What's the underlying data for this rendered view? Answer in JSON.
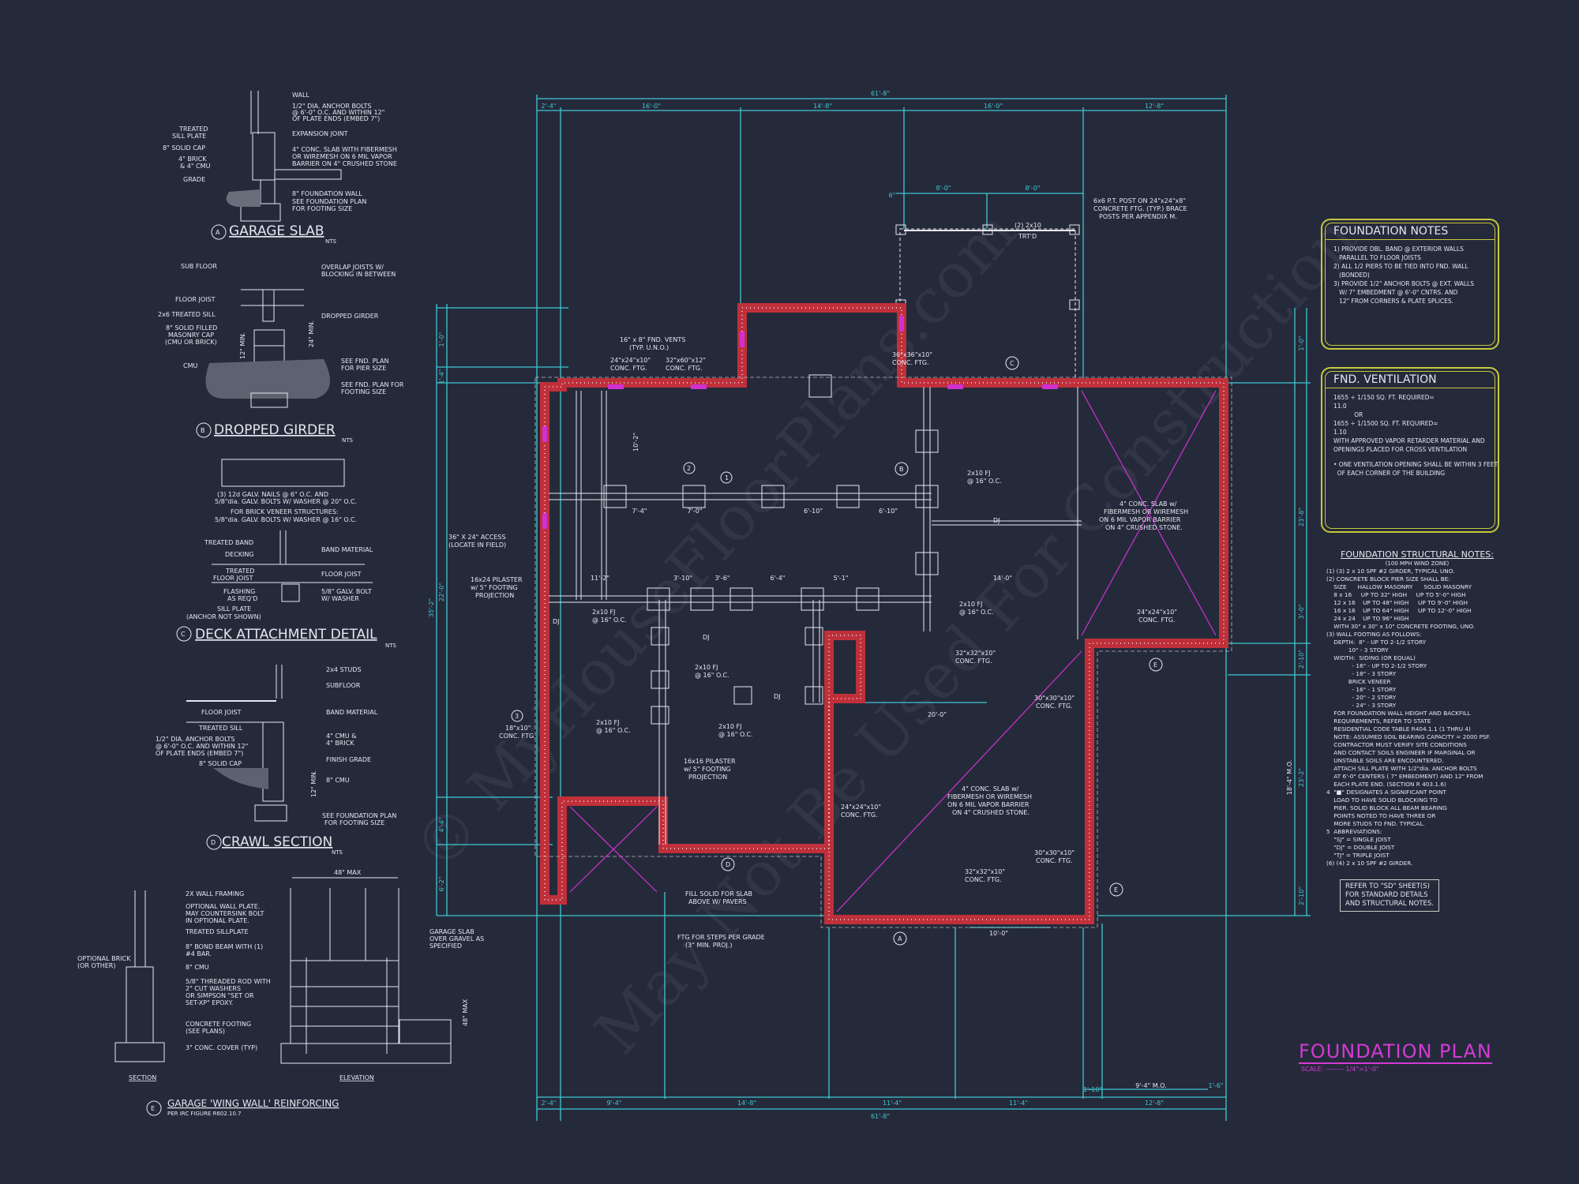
{
  "colors": {
    "background": "#252a3b",
    "dimension": "#3fc8d0",
    "wall": "#c0303a",
    "vent": "#d030d0",
    "notes_border": "#c8c83c",
    "title": "#d43ad4"
  },
  "watermark": {
    "line1": "© MyHouseFloorPlans.com",
    "line2": "May Not Be Used For Construction"
  },
  "plan": {
    "title": "FOUNDATION PLAN",
    "scale": "SCALE: -------- 1/4\"=1'-0\"",
    "top_dims": {
      "overall": "61'-8\"",
      "d1": "2'-4\"",
      "d2": "16'-0\"",
      "d3": "14'-8\"",
      "d4": "16'-0\"",
      "d5": "12'-8\"",
      "porch1": "8'-0\"",
      "porch2": "8'-0\"",
      "porch_side": "6\""
    },
    "bottom_dims": {
      "overall": "61'-8\"",
      "d1": "2'-4\"",
      "d2": "9'-4\"",
      "d3": "14'-8\"",
      "d4": "11'-4\"",
      "d5": "11'-4\"",
      "d6": "12'-8\"",
      "g1": "1'-10\"",
      "g2": "9'-4\" M.O.",
      "g3": "1'-6\""
    },
    "left_dims": {
      "overall": "35'-2\"",
      "d1": "1'-0\"",
      "d2": "1'-4\"",
      "d3": "22'-0\"",
      "d4": "4'-4\"",
      "d5": "6'-2\""
    },
    "right_dims": {
      "d1": "1'-0\"",
      "d2": "23'-8\"",
      "d3": "3'-0\"",
      "d4": "2'-10\"",
      "d5": "18'-4\" M.O.",
      "d6": "23'-2\"",
      "d7": "2'-10\""
    },
    "annotations": {
      "post": [
        "6x6 P.T. POST ON 24\"x24\"x8\"",
        "CONCRETE FTG. (TYP.) BRACE",
        "POSTS PER APPENDIX M."
      ],
      "girder_top": [
        "(2) 2x10",
        "TRT'D"
      ],
      "vents": [
        "16\" x 8\" FND. VENTS",
        "(TYP. U.N.O.)"
      ],
      "ftg1": [
        "24\"x24\"x10\"",
        "CONC. FTG."
      ],
      "ftg2": [
        "32\"x60\"x12\"",
        "CONC. FTG."
      ],
      "ftg3": [
        "36\"x36\"x10\"",
        "CONC. FTG."
      ],
      "access": [
        "36\" X 24\" ACCESS",
        "(LOCATE IN FIELD)"
      ],
      "pilaster1": [
        "16x24 PILASTER",
        "w/ 5\" FOOTING",
        "PROJECTION"
      ],
      "pilaster2": [
        "16x16 PILASTER",
        "w/ 5\" FOOTING",
        "PROJECTION"
      ],
      "ftg4": [
        "18\"x10\"",
        "CONC. FTG."
      ],
      "ftg5": [
        "24\"x24\"x10\"",
        "CONC. FTG."
      ],
      "ftg6": [
        "32\"x32\"x10\"",
        "CONC. FTG."
      ],
      "ftg7": [
        "30\"x30\"x10\"",
        "CONC. FTG."
      ],
      "ftg8": [
        "24\"x24\"x10\"",
        "CONC. FTG."
      ],
      "ftg9": [
        "30\"x30\"x10\"",
        "CONC. FTG."
      ],
      "ftg10": [
        "32\"x32\"x10\"",
        "CONC. FTG."
      ],
      "slab1": [
        "4\" CONC. SLAB w/",
        "FIBERMESH OR WIREMESH",
        "ON 6 MIL VAPOR BARRIER",
        "ON 4\" CRUSHED STONE."
      ],
      "slab2": [
        "4\" CONC. SLAB w/",
        "FIBERMESH OR WIREMESH",
        "ON 6 MIL VAPOR BARRIER",
        "ON 4\" CRUSHED STONE."
      ],
      "fill": [
        "FILL SOLID FOR SLAB",
        "ABOVE W/ PAVERS"
      ],
      "steps": [
        "FTG FOR STEPS PER GRADE",
        "(3\" MIN. PROJ.)"
      ],
      "fj": "2x10 FJ",
      "oc": "@ 16\" O.C.",
      "dj": "DJ",
      "dim_20": "20'-0\"",
      "dim_10": "10'-0\"",
      "dim_14": "14'-0\"",
      "dim_10_2": "10'-2\"",
      "dim_7_4": "7'-4\"",
      "dim_7_0": "7'-0\"",
      "dim_6_10": "6'-10\"",
      "dim_11_2": "11'-2\"",
      "dim_3_10": "3'-10\"",
      "dim_3_6": "3'-6\"",
      "dim_6_4": "6'-4\"",
      "dim_5_1": "5'-1\"",
      "marker_a": "A",
      "marker_b": "B",
      "marker_c": "C",
      "marker_d": "D",
      "marker_e": "E",
      "tag1": "1",
      "tag2": "2",
      "tag3": "3"
    }
  },
  "foundation_notes": {
    "title": "FOUNDATION NOTES",
    "lines": [
      "1) PROVIDE DBL. BAND @ EXTERIOR WALLS",
      "   PARALLEL TO FLOOR JOISTS",
      "2) ALL 1/2 PIERS TO BE TIED INTO FND. WALL",
      "   (BONDED)",
      "3) PROVIDE 1/2\" ANCHOR BOLTS @ EXT. WALLS",
      "   W/ 7\" EMBEDMENT @ 6'-0\" CNTRS. AND",
      "   12\" FROM CORNERS & PLATE SPLICES."
    ]
  },
  "ventilation": {
    "title": "FND. VENTILATION",
    "lines": [
      "1655 ÷ 1/150 SQ. FT. REQUIRED=",
      "11.0",
      "           OR",
      "1655 ÷ 1/1500 SQ. FT. REQUIRED=",
      "1.10",
      "WITH APPROVED VAPOR RETARDER MATERIAL AND",
      "OPENINGS PLACED FOR CROSS VENTILATION",
      "",
      "• ONE VENTILATION OPENING SHALL BE WITHIN 3 FEET",
      "  OF EACH CORNER OF THE BUILDING"
    ]
  },
  "structural_notes": {
    "title": "FOUNDATION STRUCTURAL NOTES:",
    "subtitle": "(100 MPH WIND ZONE)",
    "lines": [
      "(1) (3) 2 x 10 SPF #2 GIRDER, TYPICAL UNO.",
      "(2) CONCRETE BLOCK PIER SIZE SHALL BE:",
      "    SIZE      HALLOW MASONRY      SOLID MASONRY",
      "    8 x 16     UP TO 32\" HIGH     UP TO 5'-0\" HIGH",
      "    12 x 16    UP TO 48\" HIGH     UP TO 9'-0\" HIGH",
      "    16 x 16    UP TO 64\" HIGH     UP TO 12'-0\" HIGH",
      "    24 x 24    UP TO 96\" HIGH",
      "    WITH 30\" x 30\" x 10\" CONCRETE FOOTING, UNO.",
      "(3) WALL FOOTING AS FOLLOWS:",
      "    DEPTH:  8\" - UP TO 2-1/2 STORY",
      "            10\" - 3 STORY",
      "    WIDTH:  SIDING (OR EQUAL)",
      "              - 16\" - UP TO 2-1/2 STORY",
      "              - 18\" - 3 STORY",
      "            BRICK VENEER",
      "              - 16\" - 1 STORY",
      "              - 20\" - 2 STORY",
      "              - 24\" - 3 STORY",
      "    FOR FOUNDATION WALL HEIGHT AND BACKFILL",
      "    REQUIREMENTS, REFER TO STATE",
      "    RESIDENTIAL CODE TABLE R404.1.1 (1 THRU 4)",
      "    NOTE: ASSUMED SOIL BEARING CAPACITY = 2000 PSF.",
      "    CONTRACTOR MUST VERIFY SITE CONDITIONS",
      "    AND CONTACT SOILS ENGINEER IF MARGINAL OR",
      "    UNSTABLE SOILS ARE ENCOUNTERED.",
      "    ATTACH SILL PLATE WITH 1/2\"dia. ANCHOR BOLTS",
      "    AT 6'-0\" CENTERS ( 7\" EMBEDMENT) AND 12\" FROM",
      "    EACH PLATE END. (SECTION R 403.1.6)",
      "4  \"■\" DESIGNATES A SIGNIFICANT POINT",
      "    LOAD TO HAVE SOLID BLOCKING TO",
      "    PIER. SOLID BLOCK ALL BEAM BEARING",
      "    POINTS NOTED TO HAVE THREE OR",
      "    MORE STUDS TO FND. TYPICAL.",
      "5  ABBREVIATIONS:",
      "    \"SJ\" = SINGLE JOIST",
      "    \"DJ\" = DOUBLE JOIST",
      "    \"TJ\" = TRIPLE JOIST",
      "(6) (4) 2 x 10 SPF #2 GIRDER."
    ],
    "reference": [
      "REFER TO \"SD\" SHEET(S)",
      "FOR STANDARD DETAILS",
      "AND STRUCTURAL NOTES."
    ]
  },
  "details": {
    "a": {
      "marker": "A",
      "title": "GARAGE SLAB",
      "nts": "NTS",
      "labels": [
        "WALL",
        "1/2\" DIA. ANCHOR BOLTS",
        "@ 6'-0\" O.C. AND WITHIN 12\"",
        "OF PLATE ENDS (EMBED 7\")",
        "TREATED",
        "SILL PLATE",
        "EXPANSION JOINT",
        "8\" SOLID CAP",
        "4\" CONC. SLAB WITH FIBERMESH",
        "OR WIREMESH ON 6 MIL VAPOR",
        "BARRIER ON 4\" CRUSHED STONE",
        "4\" BRICK",
        "& 4\" CMU",
        "GRADE",
        "8\" FOUNDATION WALL",
        "SEE FOUNDATION PLAN",
        "FOR FOOTING SIZE"
      ]
    },
    "b": {
      "marker": "B",
      "title": "DROPPED GIRDER",
      "nts": "NTS",
      "labels": [
        "SUB FLOOR",
        "OVERLAP JOISTS W/",
        "BLOCKING IN BETWEEN",
        "FLOOR JOIST",
        "2x6 TREATED SILL",
        "DROPPED GIRDER",
        "8\" SOLID FILLED",
        "MASONRY CAP",
        "(CMU OR BRICK)",
        "CMU",
        "SEE FND. PLAN",
        "FOR PIER SIZE",
        "SEE FND. PLAN FOR",
        "FOOTING SIZE",
        "24\" MIN.",
        "12\" MIN."
      ]
    },
    "c": {
      "marker": "C",
      "title": "DECK ATTACHMENT DETAIL",
      "nts": "NTS",
      "labels": [
        "(3) 12d GALV. NAILS @ 6\" O.C. AND",
        "5/8\"dia. GALV. BOLTS W/ WASHER @ 20\" O.C.",
        "FOR BRICK VENEER STRUCTURES:",
        "5/8\"dia. GALV. BOLTS W/ WASHER @ 16\" O.C.",
        "TREATED BAND",
        "DECKING",
        "BAND MATERIAL",
        "TREATED",
        "FLOOR JOIST",
        "FLOOR JOIST",
        "FLASHING",
        "AS REQ'D",
        "5/8\" GALV. BOLT",
        "W/ WASHER",
        "SILL PLATE",
        "(ANCHOR NOT SHOWN)"
      ]
    },
    "d": {
      "marker": "D",
      "title": "CRAWL SECTION",
      "nts": "NTS",
      "labels": [
        "2x4 STUDS",
        "SUBFLOOR",
        "FLOOR JOIST",
        "BAND MATERIAL",
        "TREATED SILL",
        "1/2\" DIA. ANCHOR BOLTS",
        "@ 6'-0\" O.C. AND WITHIN 12\"",
        "OF PLATE ENDS (EMBED 7\")",
        "4\" CMU &",
        "4\" BRICK",
        "8\" SOLID CAP",
        "FINISH GRADE",
        "8\" CMU",
        "SEE FOUNDATION PLAN",
        "FOR FOOTING SIZE",
        "12\" MIN."
      ]
    },
    "e": {
      "marker": "E",
      "title": "GARAGE 'WING WALL' REINFORCING",
      "subtitle": "PER IRC FIGURE R602.10.7",
      "section": "SECTION",
      "elevation": "ELEVATION",
      "labels": [
        "2X WALL FRAMING",
        "OPTIONAL WALL PLATE.",
        "MAY COUNTERSINK BOLT",
        "IN OPTIONAL PLATE.",
        "TREATED SILLPLATE",
        "8\" BOND BEAM WITH (1)",
        "#4 BAR.",
        "8\" CMU",
        "5/8\" THREADED ROD WITH",
        "2\" CUT WASHERS",
        "OR SIMPSON \"SET OR",
        "SET-XP\" EPOXY.",
        "CONCRETE FOOTING",
        "(SEE PLANS)",
        "3\" CONC. COVER (TYP)",
        "OPTIONAL BRICK",
        "(OR OTHER)",
        "GARAGE SLAB",
        "OVER GRAVEL AS",
        "SPECIFIED",
        "48\" MAX",
        "48\" MAX"
      ]
    }
  }
}
